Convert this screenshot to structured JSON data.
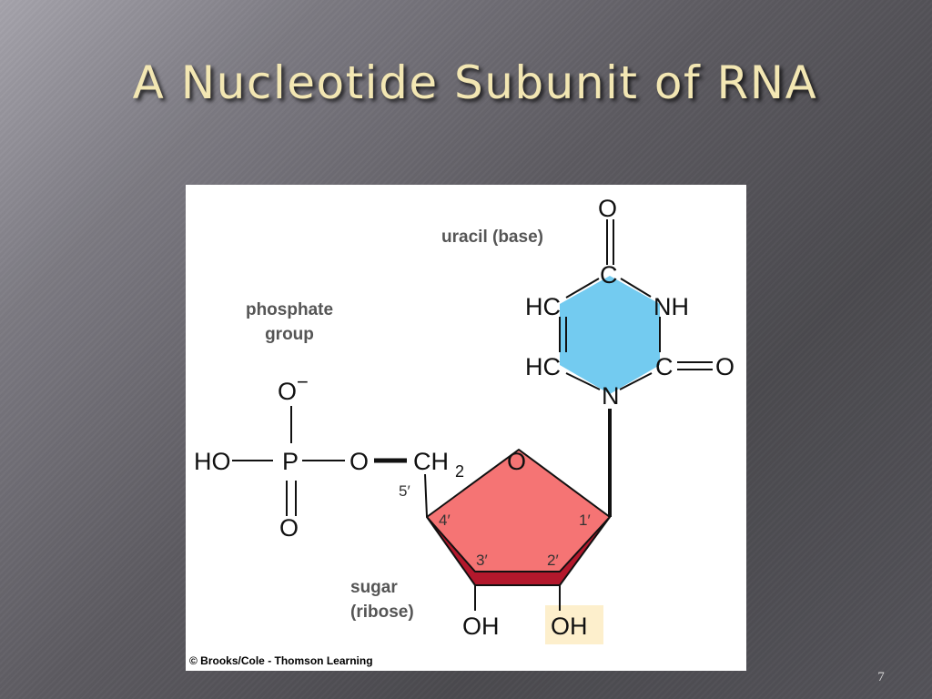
{
  "slide": {
    "title": "A Nucleotide Subunit of RNA",
    "page_number": "7"
  },
  "diagram": {
    "labels": {
      "base": "uracil (base)",
      "phosphate": [
        "phosphate",
        "group"
      ],
      "sugar": [
        "sugar",
        "(ribose)"
      ],
      "credit": "© Brooks/Cole - Thomson Learning"
    },
    "atoms": {
      "o_minus": "O",
      "minus_sign": "−",
      "ho": "HO",
      "p": "P",
      "o_bridge": "O",
      "o_double": "O",
      "ch": "CH",
      "ch_sub": "2",
      "ring_o": "O",
      "oh_3": "OH",
      "oh_2": "OH",
      "base_o_top": "O",
      "base_c_top": "C",
      "base_hc_1": "HC",
      "base_nh": "NH",
      "base_hc_2": "HC",
      "base_c_right": "C",
      "base_o_right": "O",
      "base_n": "N"
    },
    "carbon_numbers": {
      "c5": "5′",
      "c4": "4′",
      "c1": "1′",
      "c3": "3′",
      "c2": "2′"
    },
    "colors": {
      "base_fill": "#73cbf0",
      "sugar_fill": "#f57474",
      "sugar_edge": "#b3182c",
      "oh_highlight": "#fdefcc"
    }
  }
}
